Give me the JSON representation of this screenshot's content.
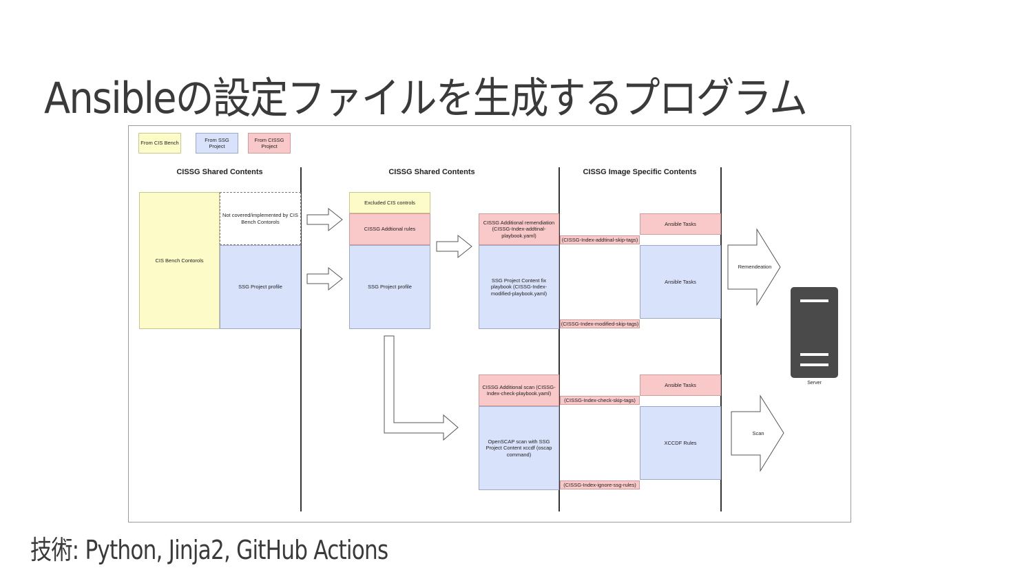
{
  "slide": {
    "title": "Ansibleの設定ファイルを生成するプログラム",
    "footer": "技術: Python, Jinja2, GitHub Actions"
  },
  "legend": {
    "cis_bench": "From CIS Bench",
    "ssg_project": "From SSG Project",
    "cissg_project": "From CISSG Project"
  },
  "colors": {
    "cis_bench": "#fdfbc8",
    "ssg_project": "#d9e2fb",
    "cissg_project": "#f9c8c8",
    "server": "#4a4a4a"
  },
  "columns": {
    "col1_heading": "CISSG Shared Contents",
    "col2_heading": "CISSG Shared Contents",
    "col3_heading": "CISSG Image Specific Contents"
  },
  "col1": {
    "cis_controls": "CIS Bench Contorols",
    "not_covered": "Not covered/implemented by CIS Bench Contorols",
    "ssg_profile": "SSG Project profile"
  },
  "col2": {
    "excluded": "Excluded CIS controls",
    "additional_rules": "CISSG Addtional rules",
    "ssg_profile": "SSG Project profile"
  },
  "col3": {
    "remediation": "CISSG Additional remendiation (CISSG-Index-addtinal-playbook.yaml)",
    "fix_playbook": "SSG Project Content fix playbook (CISSG-Index-modified-playbook.yaml)",
    "additional_scan": "CISSG Additional scan (CISSG-Index-check-playbook.yaml)",
    "openscap": "OpenSCAP scan with SSG Project Content xccdf (oscap command)"
  },
  "tags": {
    "addtinal_skip": "(CISSG-Index-addtinal-skip-tags)",
    "modified_skip": "(CISSG-Index-modified-skip-tags)",
    "check_skip": "(CISSG-Index-check-skip-tags)",
    "ignore_ssg": "(CISSG-Index-ignore-ssg-rules)"
  },
  "col4": {
    "ansible_tasks_1": "Ansible Tasks",
    "ansible_tasks_2": "Ansible Tasks",
    "ansible_tasks_3": "Ansible Tasks",
    "xccdf_rules": "XCCDF Rules"
  },
  "actions": {
    "remediation": "Remendeation",
    "scan": "Scan"
  },
  "server": {
    "label": "Server"
  }
}
